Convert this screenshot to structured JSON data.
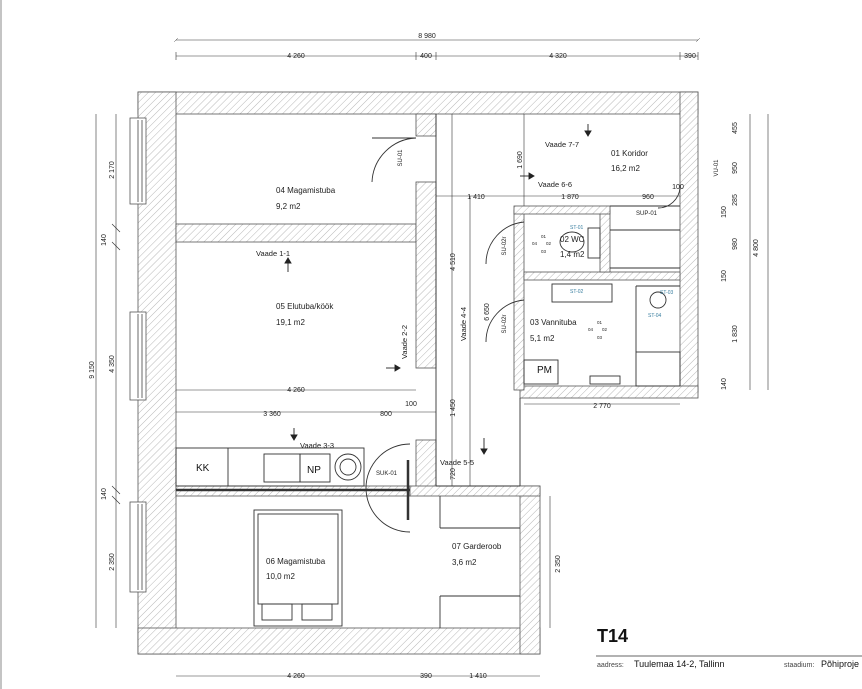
{
  "plan_id": "T14",
  "title_block": {
    "address_key": "aadress:",
    "address_value": "Tuulemaa 14-2, Tallinn",
    "stage_key": "staadium:",
    "stage_value": "Põhiproje"
  },
  "rooms": [
    {
      "id": "r01",
      "name": "01 Koridor",
      "area": "16,2 m2"
    },
    {
      "id": "r02",
      "name": "02 WC",
      "area": "1,4 m2"
    },
    {
      "id": "r03",
      "name": "03 Vannituba",
      "area": "5,1 m2"
    },
    {
      "id": "r04",
      "name": "04 Magamistuba",
      "area": "9,2 m2"
    },
    {
      "id": "r05",
      "name": "05 Elutuba/köök",
      "area": "19,1 m2"
    },
    {
      "id": "r06",
      "name": "06 Magamistuba",
      "area": "10,0 m2"
    },
    {
      "id": "r07",
      "name": "07 Garderoob",
      "area": "3,6 m2"
    }
  ],
  "views": [
    "Vaade 1-1",
    "Vaade 2-2",
    "Vaade 3-3",
    "Vaade 4-4",
    "Vaade 5-5",
    "Vaade 6-6",
    "Vaade 7-7"
  ],
  "doors": [
    "SU-01",
    "SU-02r",
    "SU-02r",
    "SUK-01",
    "SUP-01",
    "VU-01"
  ],
  "fixtures": {
    "kk": "KK",
    "np": "NP",
    "pm": "PM"
  },
  "fixture_codes": [
    "ST-01",
    "ST-02",
    "ST-03",
    "ST-04"
  ],
  "outlet_labels": [
    "01",
    "02",
    "04",
    "03"
  ],
  "dimensions": {
    "top_total": "8 980",
    "top_parts": [
      "4 260",
      "400",
      "4 320",
      "390"
    ],
    "left_total": "9 150",
    "left_parts": [
      "2 170",
      "140",
      "4 350",
      "140",
      "2 350"
    ],
    "right_parts": [
      "455",
      "950",
      "285",
      "150",
      "980",
      "150",
      "1 830",
      "140"
    ],
    "right_total": "4 800",
    "bottom_parts": [
      "4 260",
      "390",
      "1 410"
    ],
    "interior": [
      "4 260",
      "3 360",
      "800",
      "100",
      "1 410",
      "1 870",
      "960",
      "100",
      "1 690",
      "4 510",
      "6 650",
      "1 450",
      "2 770",
      "720",
      "2 350"
    ]
  }
}
